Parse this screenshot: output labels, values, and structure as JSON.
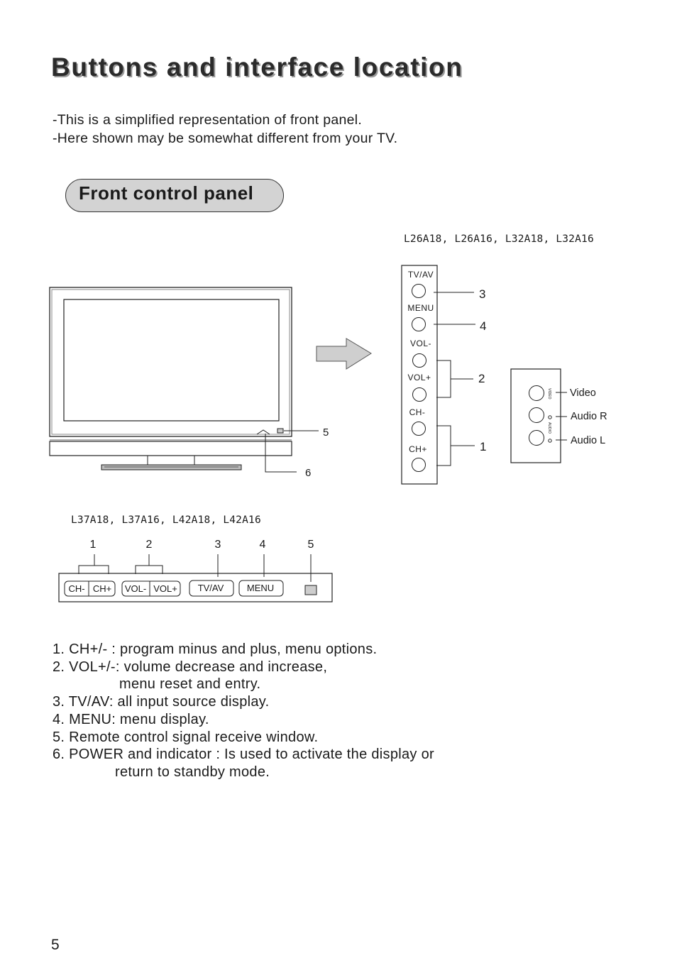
{
  "title": "Buttons and interface location",
  "intro": [
    "-This is a simplified representation of front panel.",
    "-Here shown may be somewhat different from your TV."
  ],
  "section": "Front control panel",
  "model_small": "L26A18, L26A16, L32A18, L32A16",
  "model_large": "L37A18, L37A16, L42A18, L42A16",
  "tv_callouts": {
    "remote_window": "5",
    "power": "6"
  },
  "side_panel": {
    "buttons": [
      "TV/AV",
      "MENU",
      "VOL-",
      "VOL+",
      "CH-",
      "CH+"
    ],
    "callouts": {
      "tv_av": "3",
      "menu": "4",
      "vol": "2",
      "ch": "1"
    },
    "jack_labels": [
      "Video",
      "Audio R",
      "Audio L"
    ],
    "jack_marks": [
      "VIDEO",
      "AUDIO"
    ]
  },
  "bottom_panel": {
    "numbers": [
      "1",
      "2",
      "3",
      "4",
      "5"
    ],
    "buttons": [
      "CH-",
      "CH+",
      "VOL-",
      "VOL+",
      "TV/AV",
      "MENU"
    ]
  },
  "legend": [
    "1. CH+/- : program minus and plus, menu options.",
    "2. VOL+/-: volume decrease and increase,",
    "menu reset and entry.",
    "3. TV/AV: all input source display.",
    "4. MENU: menu display.",
    "5. Remote control signal receive window.",
    "6. POWER and indicator : Is used to activate the display or",
    "return to standby mode."
  ],
  "page_number": "5"
}
